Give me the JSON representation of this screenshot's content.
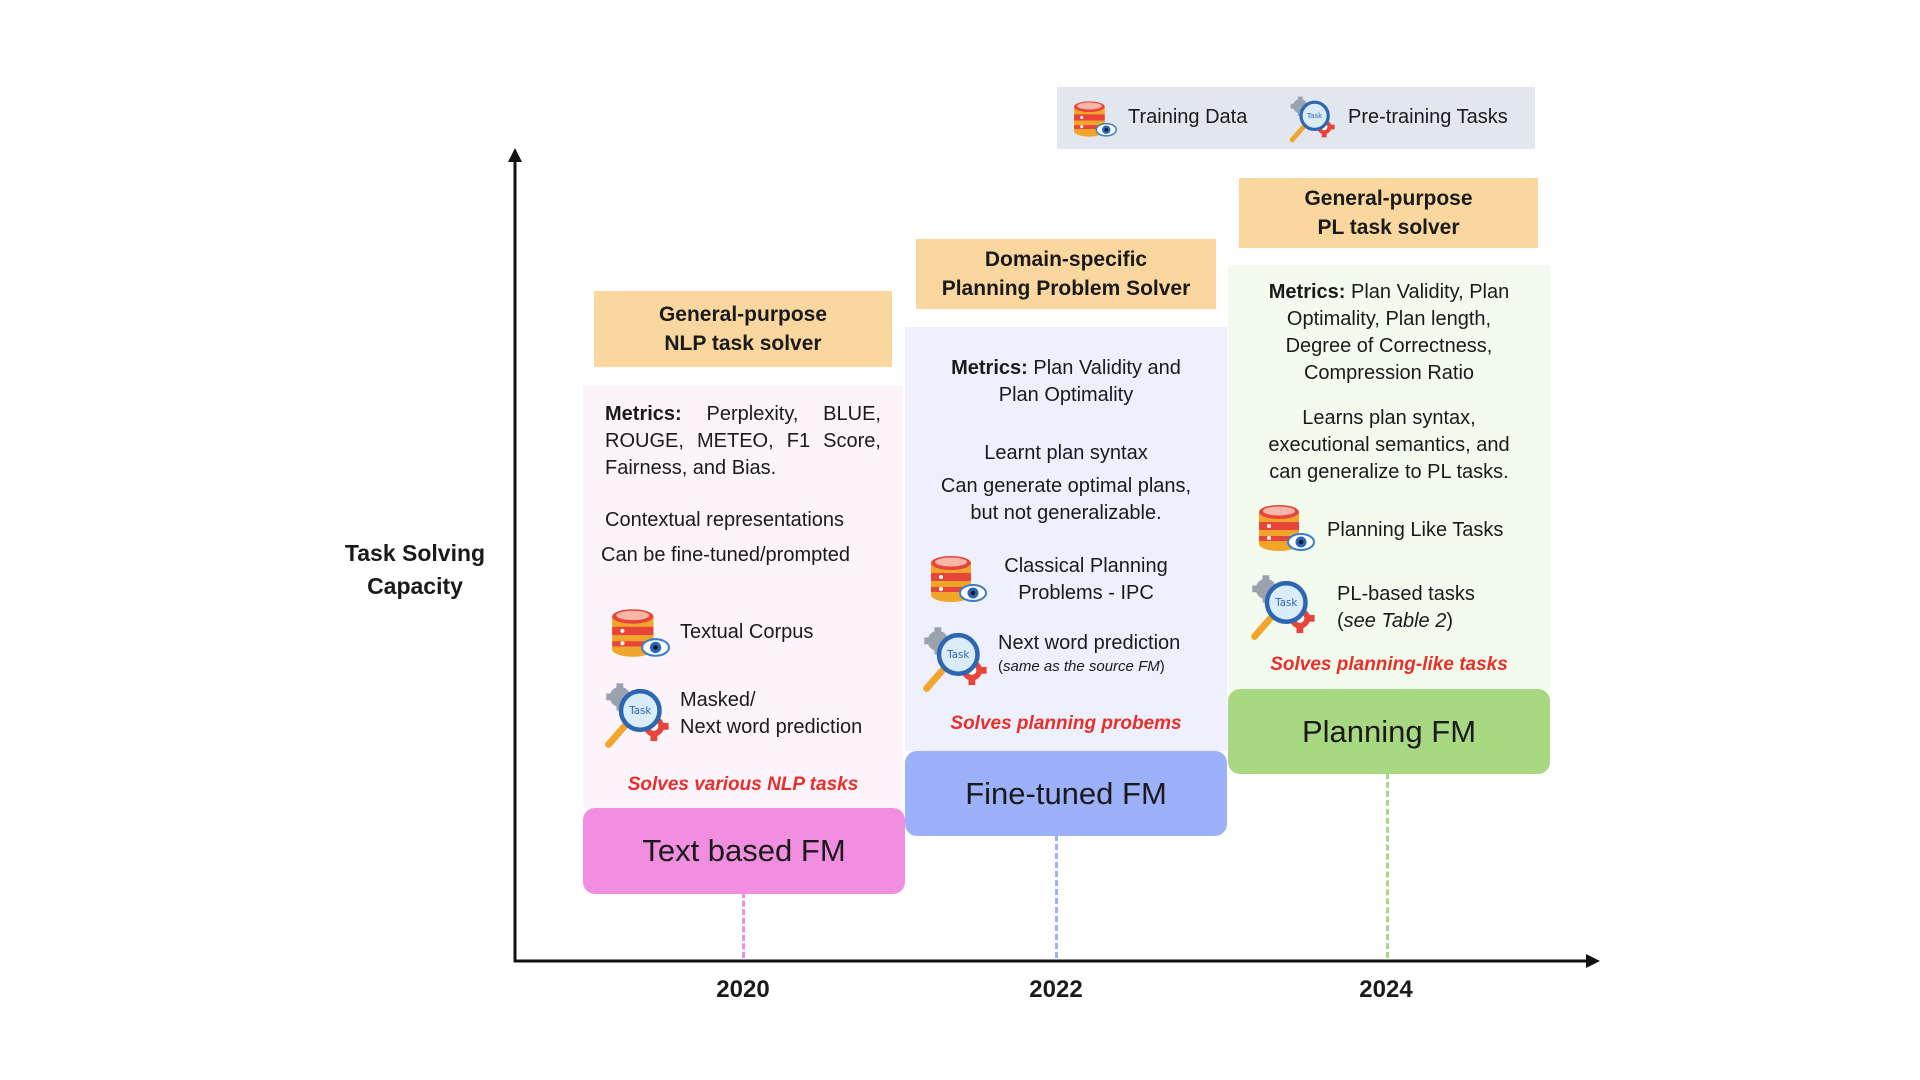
{
  "legend": {
    "training_data": "Training Data",
    "pretraining_tasks": "Pre-training Tasks"
  },
  "y_axis_label": [
    "Task Solving",
    "Capacity"
  ],
  "years": [
    "2020",
    "2022",
    "2024"
  ],
  "colors": {
    "title_box": "#fbd7a0",
    "text_fm": "#f28ee0",
    "finetuned_fm": "#9db1fa",
    "planning_fm": "#a9d883",
    "panel1_bg": "#fdf3fb",
    "panel2_bg": "#eef0fd",
    "panel3_bg": "#f3fbee",
    "solves": "#e8302a"
  },
  "col1": {
    "title_line1": "General-purpose",
    "title_line2": "NLP task solver",
    "metrics_label": "Metrics:",
    "metrics_text": " Perplexity, BLUE, ROUGE, METEO, F1 Score, Fairness, and Bias.",
    "line_a": "Contextual representations",
    "line_b": "Can be fine-tuned/prompted",
    "data_label": "Textual Corpus",
    "task_line1": "Masked/",
    "task_line2": "Next word prediction",
    "solves": "Solves various NLP tasks",
    "fm": "Text based FM"
  },
  "col2": {
    "title_line1": "Domain-specific",
    "title_line2": "Planning Problem Solver",
    "metrics_label": "Metrics:",
    "metrics_line1": " Plan Validity and",
    "metrics_line2": "Plan Optimality",
    "line_a": "Learnt plan syntax",
    "line_b1": "Can generate optimal plans,",
    "line_b2": "but not generalizable.",
    "data_line1": "Classical Planning",
    "data_line2": "Problems - IPC",
    "task_line1": "Next word prediction",
    "task_note_open": "(",
    "task_note": "same as the source FM",
    "task_note_close": ")",
    "solves": "Solves planning probems",
    "fm": "Fine-tuned FM"
  },
  "col3": {
    "title_line1": "General-purpose",
    "title_line2": "PL task solver",
    "metrics_label": "Metrics:",
    "metrics_line1": " Plan Validity, Plan",
    "metrics_line2": "Optimality, Plan length,",
    "metrics_line3": "Degree of Correctness,",
    "metrics_line4": "Compression Ratio",
    "line_a1": "Learns plan syntax,",
    "line_a2": "executional semantics, and",
    "line_a3": "can generalize to PL tasks.",
    "data_label": "Planning Like Tasks",
    "task_line1": "PL-based tasks",
    "task_note_open": "(",
    "task_note": "see Table 2",
    "task_note_close": ")",
    "solves": "Solves planning-like tasks",
    "fm": "Planning FM"
  },
  "icons": {
    "training_data": "database-eye-icon",
    "pretraining_tasks": "task-magnifier-gear-icon",
    "task_badge": "Task"
  }
}
